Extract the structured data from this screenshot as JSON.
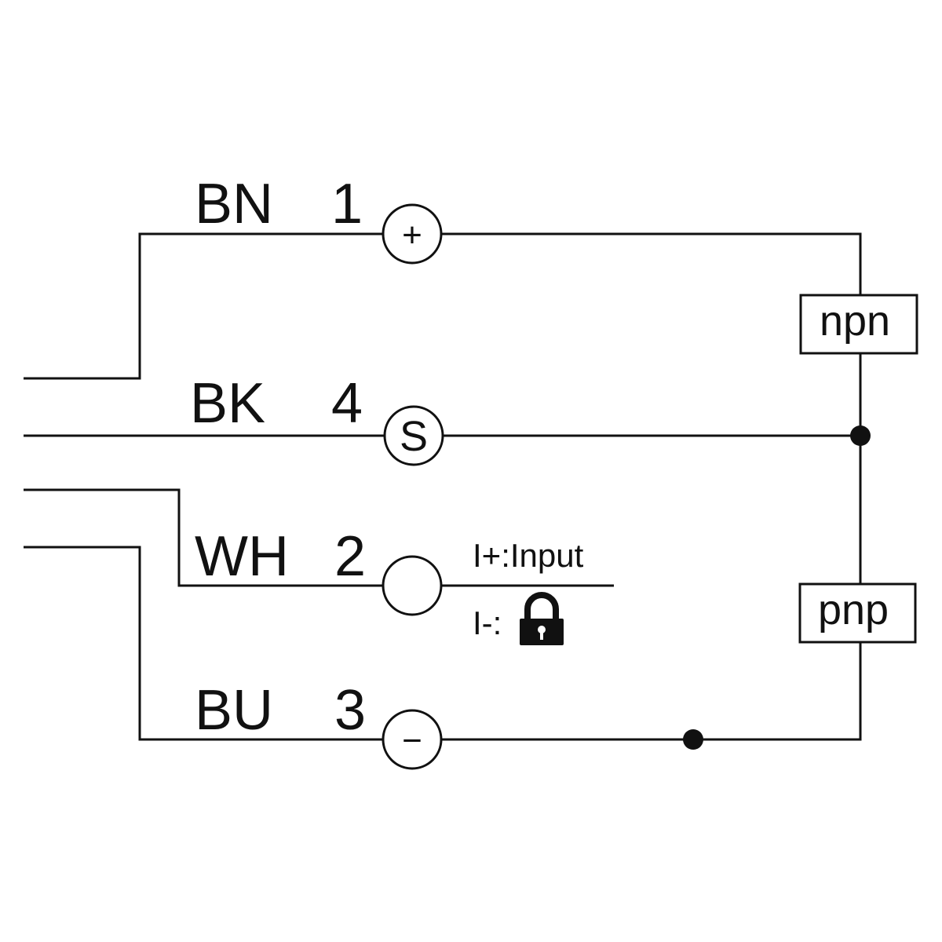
{
  "wires": [
    {
      "color": "BN",
      "pin": "1",
      "terminal": "+"
    },
    {
      "color": "BK",
      "pin": "4",
      "terminal": "S"
    },
    {
      "color": "WH",
      "pin": "2",
      "terminal": ""
    },
    {
      "color": "BU",
      "pin": "3",
      "terminal": "−"
    }
  ],
  "input": {
    "plus": "I+:Input",
    "minus": "I-:",
    "icon": "lock-icon"
  },
  "outputs": {
    "npn": "npn",
    "pnp": "pnp"
  }
}
